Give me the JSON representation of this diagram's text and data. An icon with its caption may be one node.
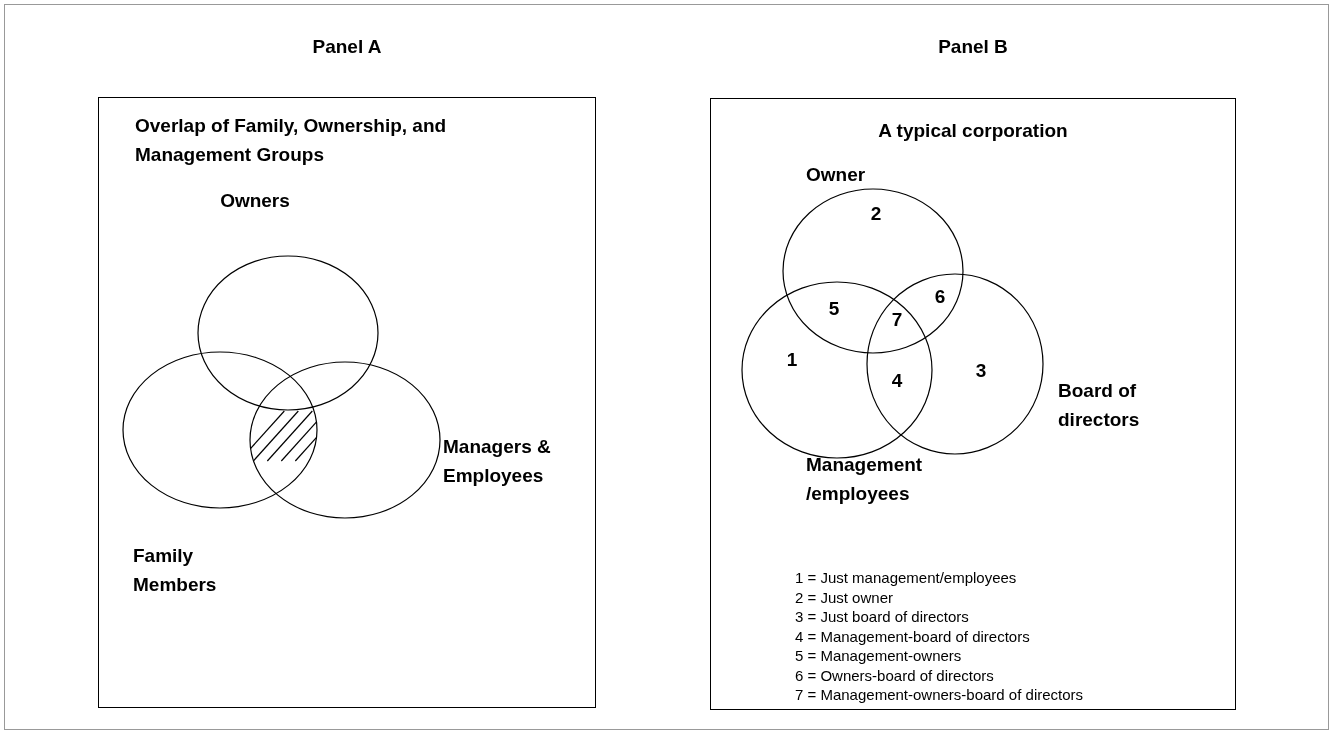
{
  "diagram": {
    "nodes": [
      {
        "text": [
          "Panel A",
          "Overlap of Family, Ownership, and Management Groups"
        ]
      },
      {
        "text": [
          "Owners"
        ],
        "in": 0
      },
      {
        "text": [
          "Family Members"
        ],
        "in": 0
      },
      {
        "text": [
          "Managers & Employees"
        ],
        "in": 0
      },
      {
        "text": [
          "Panel B",
          "A typical corporation"
        ]
      },
      {
        "text": [
          "Owner"
        ],
        "in": 4
      },
      {
        "text": [
          "Management /employees"
        ],
        "in": 4
      },
      {
        "text": [
          "Board of directors"
        ],
        "in": 4
      }
    ],
    "edges": [],
    "labels": [
      "2",
      "6",
      "5",
      "7",
      "1",
      "3",
      "4",
      "1 = Just management/employees",
      "2 = Just owner",
      "3 = Just board of directors",
      "4 = Management-board of directors",
      "5 = Management-owners",
      "6 = Owners-board of directors",
      "7 = Management-owners-board of directors"
    ]
  }
}
